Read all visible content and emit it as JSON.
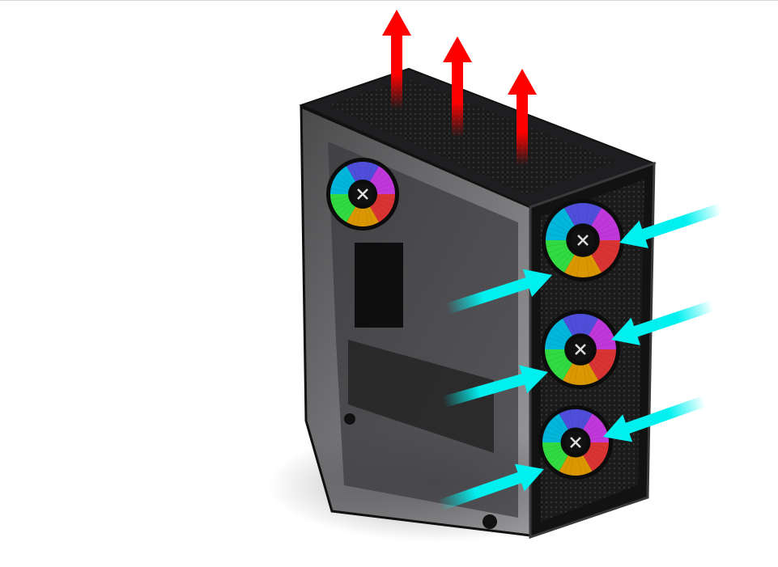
{
  "scene": {
    "subject": "pc-case-airflow",
    "colors": {
      "case_body": "#1c1c1e",
      "case_edge": "#3a3a3c",
      "exhaust_arrow": "#ff0000",
      "intake_arrow": "#00f0f0",
      "background": "#ffffff"
    },
    "fan_count_front": 3,
    "fan_count_rear": 1,
    "exhaust_arrow_count": 3,
    "intake_arrow_count": 6
  }
}
